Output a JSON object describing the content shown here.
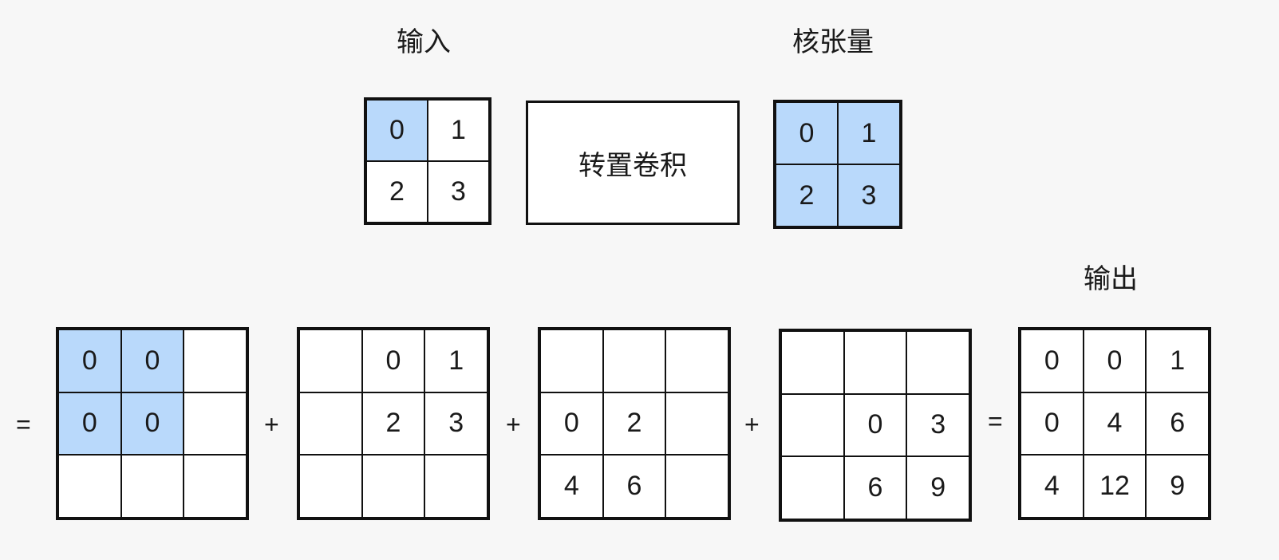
{
  "labels": {
    "input": "输入",
    "kernel": "核张量",
    "operation": "转置卷积",
    "output": "输出"
  },
  "input_matrix": [
    [
      "0",
      "1"
    ],
    [
      "2",
      "3"
    ]
  ],
  "kernel_matrix": [
    [
      "0",
      "1"
    ],
    [
      "2",
      "3"
    ]
  ],
  "partials": [
    [
      [
        "0",
        "0",
        ""
      ],
      [
        "0",
        "0",
        ""
      ],
      [
        "",
        "",
        ""
      ]
    ],
    [
      [
        "",
        "0",
        "1"
      ],
      [
        "",
        "2",
        "3"
      ],
      [
        "",
        "",
        ""
      ]
    ],
    [
      [
        "",
        "",
        ""
      ],
      [
        "0",
        "2",
        ""
      ],
      [
        "4",
        "6",
        ""
      ]
    ],
    [
      [
        "",
        "",
        ""
      ],
      [
        "",
        "0",
        "3"
      ],
      [
        "",
        "6",
        "9"
      ]
    ]
  ],
  "output_matrix": [
    [
      "0",
      "0",
      "1"
    ],
    [
      "0",
      "4",
      "6"
    ],
    [
      "4",
      "12",
      "9"
    ]
  ],
  "operators": [
    "=",
    "+",
    "+",
    "+",
    "="
  ],
  "colors": {
    "highlight": "#b9d9fb",
    "background": "#f7f7f7",
    "grid_line": "#111111"
  }
}
